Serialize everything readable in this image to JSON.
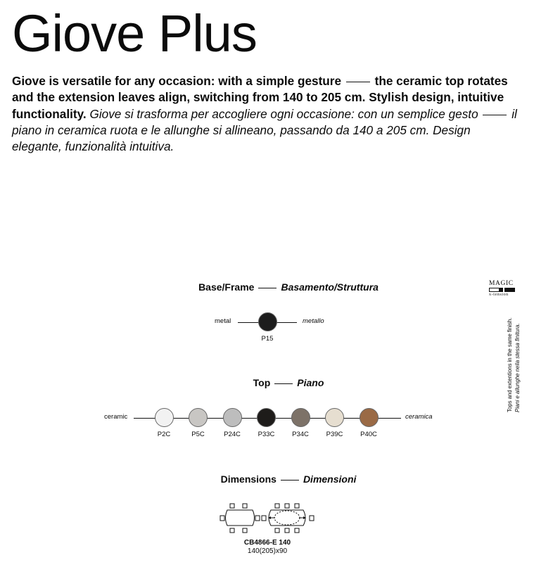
{
  "title": "Giove Plus",
  "intro": {
    "en_part1": "Giove is versatile for any occasion: with a simple gesture",
    "en_part2": "the ceramic top rotates and the extension leaves align, switching from 140 to 205 cm. Stylish design, intuitive functionality.",
    "it_part1": "Giove si trasforma per accogliere ogni occasione: con un semplice gesto",
    "it_part2": "il piano in ceramica ruota e le allunghe si allineano, passando da 140 a 205 cm. Design elegante, funzionalità intuitiva."
  },
  "base": {
    "title_en": "Base/Frame",
    "title_it": "Basamento/Struttura",
    "left_label": "metal",
    "right_label": "metallo",
    "swatches": [
      {
        "code": "P15",
        "color": "#1d1d1d"
      }
    ]
  },
  "top": {
    "title_en": "Top",
    "title_it": "Piano",
    "left_label": "ceramic",
    "right_label": "ceramica",
    "swatches": [
      {
        "code": "P2C",
        "color": "#f2f2f2"
      },
      {
        "code": "P5C",
        "color": "#c8c6c3"
      },
      {
        "code": "P24C",
        "color": "#bdbdbd"
      },
      {
        "code": "P33C",
        "color": "#1e1c1a"
      },
      {
        "code": "P34C",
        "color": "#7d7268"
      },
      {
        "code": "P39C",
        "color": "#e6ded0"
      },
      {
        "code": "P40C",
        "color": "#9a6a45"
      }
    ]
  },
  "dimensions": {
    "title_en": "Dimensions",
    "title_it": "Dimensioni",
    "code": "CB4866-E 140",
    "size": "140(205)x90"
  },
  "brand": {
    "line1": "MAGIC",
    "line2": "x-tension"
  },
  "side_note": {
    "en": "Tops and extentions in the same finish.",
    "it": "Piani e allunghe nella stessa finitura."
  }
}
